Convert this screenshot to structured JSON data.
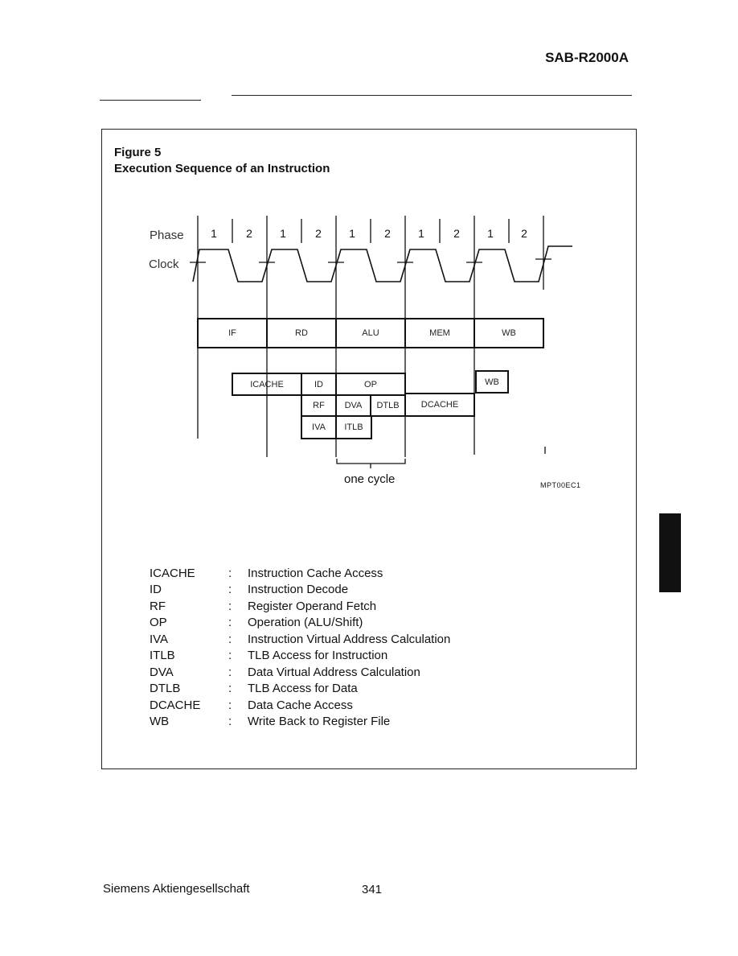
{
  "header": {
    "doc_title": "SAB-R2000A"
  },
  "figure": {
    "label": "Figure 5",
    "title": "Execution Sequence of an Instruction",
    "phase_label": "Phase",
    "clock_label": "Clock",
    "phase_numbers": [
      "1",
      "2",
      "1",
      "2",
      "1",
      "2",
      "1",
      "2",
      "1",
      "2"
    ],
    "stages": [
      "IF",
      "RD",
      "ALU",
      "MEM",
      "WB"
    ],
    "sub_row1": [
      "ICACHE",
      "ID",
      "OP",
      "WB"
    ],
    "sub_row2": [
      "RF",
      "DVA",
      "DTLB",
      "DCACHE"
    ],
    "sub_row3": [
      "IVA",
      "ITLB"
    ],
    "cycle_label": "one cycle",
    "figure_code": "MPT00EC1"
  },
  "legend": [
    {
      "abbr": "ICACHE",
      "desc": "Instruction Cache Access"
    },
    {
      "abbr": "ID",
      "desc": "Instruction Decode"
    },
    {
      "abbr": "RF",
      "desc": "Register Operand Fetch"
    },
    {
      "abbr": "OP",
      "desc": "Operation (ALU/Shift)"
    },
    {
      "abbr": "IVA",
      "desc": "Instruction Virtual Address Calculation"
    },
    {
      "abbr": "ITLB",
      "desc": "TLB Access for Instruction"
    },
    {
      "abbr": "DVA",
      "desc": "Data Virtual Address Calculation"
    },
    {
      "abbr": "DTLB",
      "desc": "TLB Access for Data"
    },
    {
      "abbr": "DCACHE",
      "desc": "Data Cache Access"
    },
    {
      "abbr": "WB",
      "desc": "Write Back to Register File"
    }
  ],
  "legend_separator": ":",
  "footer": {
    "company": "Siemens Aktiengesellschaft",
    "page_number": "341"
  }
}
